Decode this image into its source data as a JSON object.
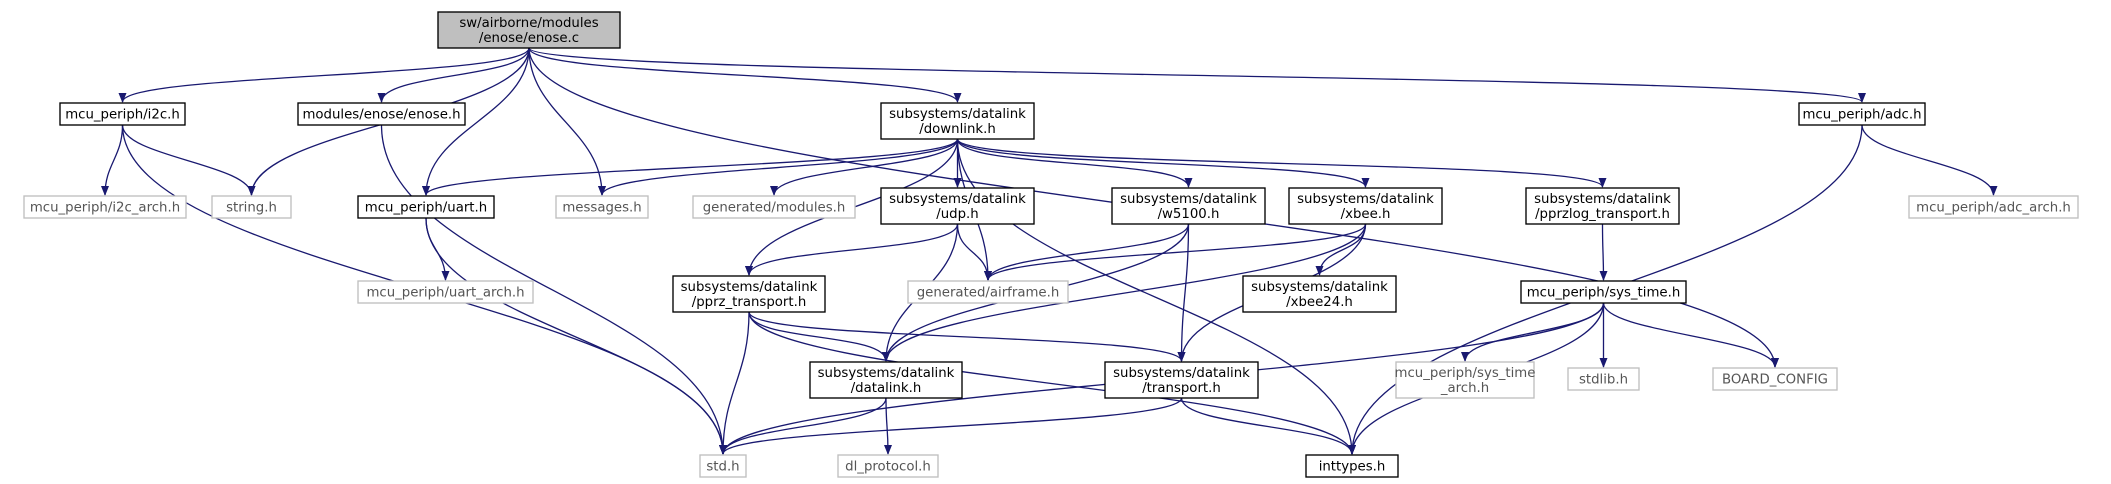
{
  "colors": {
    "edge": "#191970",
    "node_border": "#000000",
    "external_border": "#bfbfbf",
    "root_fill": "#bfbfbf",
    "node_fill": "#ffffff",
    "external_text": "#555555"
  },
  "nodes": [
    {
      "id": "enose_c",
      "lines": [
        "sw/airborne/modules",
        "/enose/enose.c"
      ],
      "kind": "root"
    },
    {
      "id": "i2c_h",
      "lines": [
        "mcu_periph/i2c.h"
      ],
      "kind": "header"
    },
    {
      "id": "enose_h",
      "lines": [
        "modules/enose/enose.h"
      ],
      "kind": "header"
    },
    {
      "id": "downlink_h",
      "lines": [
        "subsystems/datalink",
        "/downlink.h"
      ],
      "kind": "header"
    },
    {
      "id": "adc_h",
      "lines": [
        "mcu_periph/adc.h"
      ],
      "kind": "header"
    },
    {
      "id": "i2c_arch_h",
      "lines": [
        "mcu_periph/i2c_arch.h"
      ],
      "kind": "external"
    },
    {
      "id": "string_h",
      "lines": [
        "string.h"
      ],
      "kind": "external"
    },
    {
      "id": "uart_h",
      "lines": [
        "mcu_periph/uart.h"
      ],
      "kind": "header"
    },
    {
      "id": "messages_h",
      "lines": [
        "messages.h"
      ],
      "kind": "external"
    },
    {
      "id": "gen_modules_h",
      "lines": [
        "generated/modules.h"
      ],
      "kind": "external"
    },
    {
      "id": "udp_h",
      "lines": [
        "subsystems/datalink",
        "/udp.h"
      ],
      "kind": "header"
    },
    {
      "id": "w5100_h",
      "lines": [
        "subsystems/datalink",
        "/w5100.h"
      ],
      "kind": "header"
    },
    {
      "id": "xbee_h",
      "lines": [
        "subsystems/datalink",
        "/xbee.h"
      ],
      "kind": "header"
    },
    {
      "id": "pprzlog_h",
      "lines": [
        "subsystems/datalink",
        "/pprzlog_transport.h"
      ],
      "kind": "header"
    },
    {
      "id": "adc_arch_h",
      "lines": [
        "mcu_periph/adc_arch.h"
      ],
      "kind": "external"
    },
    {
      "id": "uart_arch_h",
      "lines": [
        "mcu_periph/uart_arch.h"
      ],
      "kind": "external"
    },
    {
      "id": "pprz_transport_h",
      "lines": [
        "subsystems/datalink",
        "/pprz_transport.h"
      ],
      "kind": "header"
    },
    {
      "id": "airframe_h",
      "lines": [
        "generated/airframe.h"
      ],
      "kind": "external"
    },
    {
      "id": "xbee24_h",
      "lines": [
        "subsystems/datalink",
        "/xbee24.h"
      ],
      "kind": "header"
    },
    {
      "id": "sys_time_h",
      "lines": [
        "mcu_periph/sys_time.h"
      ],
      "kind": "header"
    },
    {
      "id": "datalink_h",
      "lines": [
        "subsystems/datalink",
        "/datalink.h"
      ],
      "kind": "header"
    },
    {
      "id": "transport_h",
      "lines": [
        "subsystems/datalink",
        "/transport.h"
      ],
      "kind": "header"
    },
    {
      "id": "sys_time_arch_h",
      "lines": [
        "mcu_periph/sys_time",
        "_arch.h"
      ],
      "kind": "external"
    },
    {
      "id": "stdlib_h",
      "lines": [
        "stdlib.h"
      ],
      "kind": "external"
    },
    {
      "id": "board_config",
      "lines": [
        "BOARD_CONFIG"
      ],
      "kind": "external"
    },
    {
      "id": "std_h",
      "lines": [
        "std.h"
      ],
      "kind": "external"
    },
    {
      "id": "dl_protocol_h",
      "lines": [
        "dl_protocol.h"
      ],
      "kind": "external"
    },
    {
      "id": "inttypes_h",
      "lines": [
        "inttypes.h"
      ],
      "kind": "header"
    }
  ],
  "edges": [
    [
      "enose_c",
      "i2c_h"
    ],
    [
      "enose_c",
      "string_h"
    ],
    [
      "enose_c",
      "enose_h"
    ],
    [
      "enose_c",
      "uart_h"
    ],
    [
      "enose_c",
      "messages_h"
    ],
    [
      "enose_c",
      "downlink_h"
    ],
    [
      "enose_c",
      "adc_h"
    ],
    [
      "enose_c",
      "board_config"
    ],
    [
      "i2c_h",
      "i2c_arch_h"
    ],
    [
      "i2c_h",
      "string_h"
    ],
    [
      "i2c_h",
      "std_h"
    ],
    [
      "enose_h",
      "std_h"
    ],
    [
      "downlink_h",
      "uart_h"
    ],
    [
      "downlink_h",
      "messages_h"
    ],
    [
      "downlink_h",
      "pprz_transport_h"
    ],
    [
      "downlink_h",
      "gen_modules_h"
    ],
    [
      "downlink_h",
      "udp_h"
    ],
    [
      "downlink_h",
      "airframe_h"
    ],
    [
      "downlink_h",
      "w5100_h"
    ],
    [
      "downlink_h",
      "xbee_h"
    ],
    [
      "downlink_h",
      "pprzlog_h"
    ],
    [
      "downlink_h",
      "inttypes_h"
    ],
    [
      "adc_h",
      "adc_arch_h"
    ],
    [
      "adc_h",
      "inttypes_h"
    ],
    [
      "uart_h",
      "uart_arch_h"
    ],
    [
      "uart_h",
      "std_h"
    ],
    [
      "udp_h",
      "pprz_transport_h"
    ],
    [
      "udp_h",
      "airframe_h"
    ],
    [
      "udp_h",
      "datalink_h"
    ],
    [
      "w5100_h",
      "airframe_h"
    ],
    [
      "w5100_h",
      "datalink_h"
    ],
    [
      "w5100_h",
      "transport_h"
    ],
    [
      "xbee_h",
      "airframe_h"
    ],
    [
      "xbee_h",
      "xbee24_h"
    ],
    [
      "xbee_h",
      "datalink_h"
    ],
    [
      "xbee_h",
      "transport_h"
    ],
    [
      "pprzlog_h",
      "sys_time_h"
    ],
    [
      "pprz_transport_h",
      "datalink_h"
    ],
    [
      "pprz_transport_h",
      "transport_h"
    ],
    [
      "pprz_transport_h",
      "std_h"
    ],
    [
      "pprz_transport_h",
      "inttypes_h"
    ],
    [
      "sys_time_h",
      "sys_time_arch_h"
    ],
    [
      "sys_time_h",
      "stdlib_h"
    ],
    [
      "sys_time_h",
      "board_config"
    ],
    [
      "sys_time_h",
      "std_h"
    ],
    [
      "sys_time_h",
      "inttypes_h"
    ],
    [
      "datalink_h",
      "std_h"
    ],
    [
      "datalink_h",
      "dl_protocol_h"
    ],
    [
      "transport_h",
      "std_h"
    ],
    [
      "transport_h",
      "inttypes_h"
    ]
  ]
}
